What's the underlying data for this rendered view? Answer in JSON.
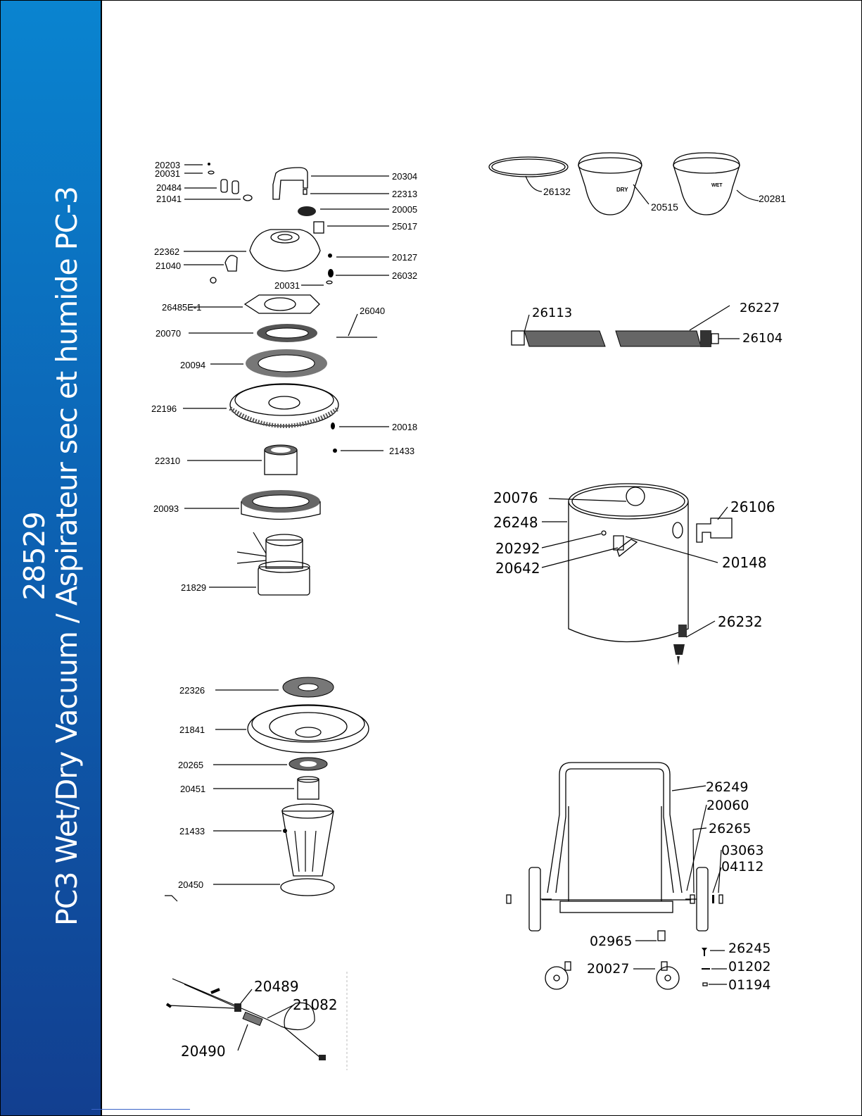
{
  "sidebar": {
    "line1": "28529",
    "line2": "PC3 Wet/Dry Vacuum / Aspirateur sec et humide PC-3"
  },
  "motor_head_labels": [
    "20203",
    "20031",
    "20484",
    "21041",
    "20304",
    "22313",
    "20005",
    "25017",
    "22362",
    "21040",
    "20127",
    "26032",
    "20031",
    "26485E-1",
    "26040",
    "20070",
    "20094",
    "22196",
    "20018",
    "21433",
    "22310",
    "20093",
    "21829"
  ],
  "filter_labels": [
    "26132",
    "20515",
    "20281"
  ],
  "dry_tag": "DRY",
  "wet_tag": "WET",
  "hose_labels": [
    "26113",
    "26227",
    "26104"
  ],
  "tank_labels": [
    "20076",
    "26248",
    "20292",
    "20642",
    "26106",
    "20148",
    "26232"
  ],
  "float_labels": [
    "22326",
    "21841",
    "20265",
    "20451",
    "21433",
    "20450"
  ],
  "cord_labels": [
    "20489",
    "21082",
    "20490"
  ],
  "cart_labels": [
    "26249",
    "20060",
    "26265",
    "03063",
    "04112",
    "02965",
    "26245",
    "20027",
    "01202",
    "01194"
  ]
}
